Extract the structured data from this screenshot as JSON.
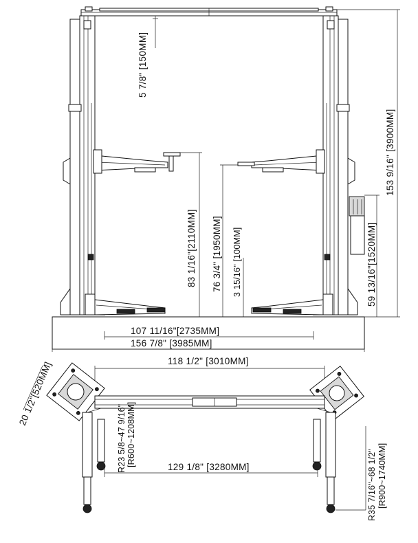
{
  "front_view": {
    "overhead_clearance": "5 7/8\" [150MM]",
    "overall_height": "153 9/16\" [3900MM]",
    "max_lift_height": "83 1/16\"[2110MM]",
    "arm_pad_height": "76 3/4\" [1950MM]",
    "min_pad_height": "3 15/16\" [100MM]",
    "power_unit_height": "59 13/16\"[1520MM]",
    "width_between_columns": "107 11/16\"[2735MM]",
    "overall_width": "156 7/8\" [3985MM]"
  },
  "top_view": {
    "base_plate_width": "20 1/2\"[520MM]",
    "column_center_distance": "118 1/2\" [3010MM]",
    "drive_through": "129 1/8\" [3280MM]",
    "short_arm_reach_line1": "R23 5/8~47 9/16\"",
    "short_arm_reach_line2": "[R600~1208MM]",
    "long_arm_reach_line1": "R35 7/16\"~68 1/2\"",
    "long_arm_reach_line2": "[R900~1740MM]"
  }
}
